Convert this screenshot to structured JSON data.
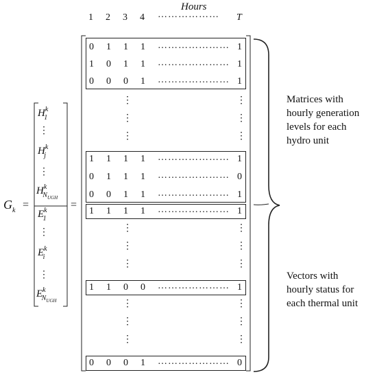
{
  "header": {
    "hour_numbers": [
      "1",
      "2",
      "3",
      "4"
    ],
    "hours_label": "Hours",
    "dots": "………………",
    "last_label": "T"
  },
  "lhs": {
    "g": "G",
    "g_sub": "k",
    "equals": "="
  },
  "column_vector": {
    "h_sup": "k",
    "h1": "H",
    "h1_sub": "1",
    "hj": "H",
    "hj_sub": "j",
    "hn": "H",
    "hn_sub": "N",
    "hn_subsub": "UGH",
    "e1": "E",
    "e1_sub": "1",
    "ei": "E",
    "ei_sub": "i",
    "en": "E",
    "en_sub": "N",
    "en_subsub": "UGH",
    "vdots": "⋮"
  },
  "matrix": {
    "rows_block1": [
      {
        "cells": [
          "0",
          "1",
          "1",
          "1"
        ],
        "last": "1"
      },
      {
        "cells": [
          "1",
          "0",
          "1",
          "1"
        ],
        "last": "1"
      },
      {
        "cells": [
          "0",
          "0",
          "0",
          "1"
        ],
        "last": "1"
      }
    ],
    "rows_block2": [
      {
        "cells": [
          "1",
          "1",
          "1",
          "1"
        ],
        "last": "1"
      },
      {
        "cells": [
          "0",
          "1",
          "1",
          "1"
        ],
        "last": "0"
      },
      {
        "cells": [
          "0",
          "0",
          "1",
          "1"
        ],
        "last": "1"
      }
    ],
    "row_e1": {
      "cells": [
        "1",
        "1",
        "1",
        "1"
      ],
      "last": "1"
    },
    "row_ei": {
      "cells": [
        "1",
        "1",
        "0",
        "0"
      ],
      "last": "1"
    },
    "row_en": {
      "cells": [
        "0",
        "0",
        "0",
        "1"
      ],
      "last": "0"
    },
    "row_dots": "…………………",
    "vdots": "⋮"
  },
  "callouts": {
    "hydro": "Matrices with\nhourly generation\nlevels for each\nhydro unit",
    "thermal": "Vectors with\nhourly status for\neach thermal unit"
  }
}
